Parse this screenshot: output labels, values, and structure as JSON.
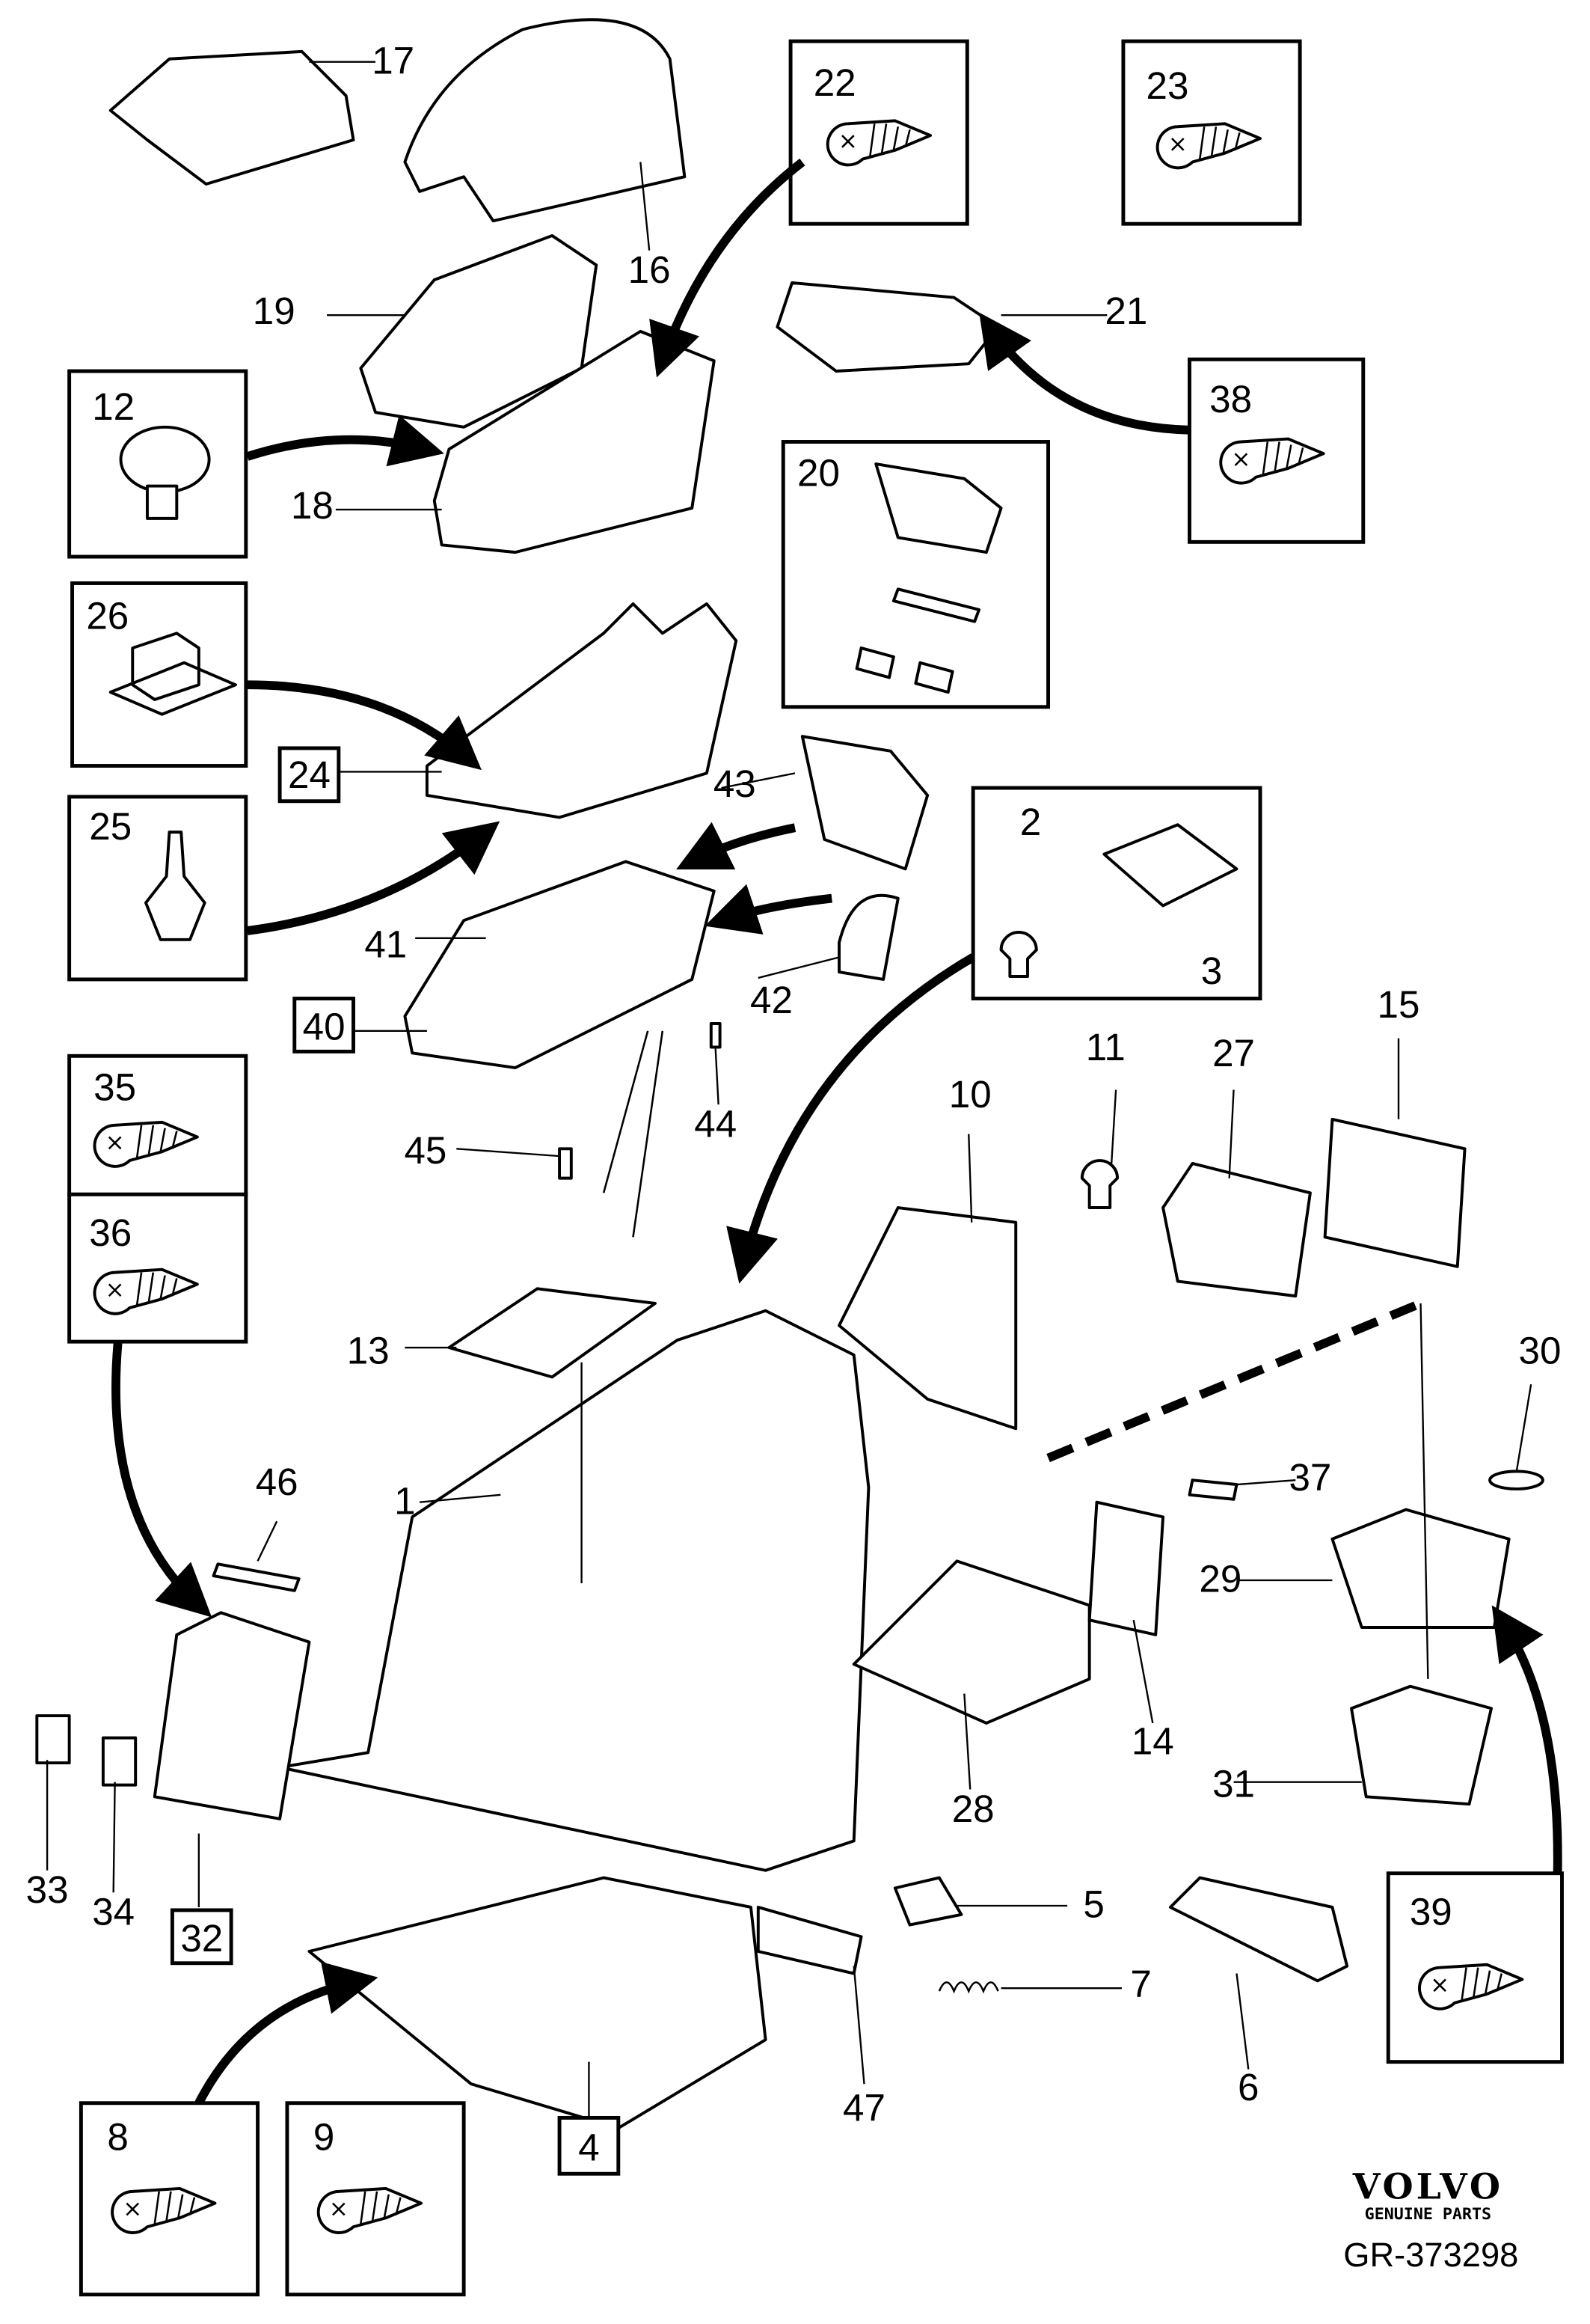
{
  "diagram": {
    "callouts": {
      "p1": "1",
      "p2": "2",
      "p3": "3",
      "p4": "4",
      "p5": "5",
      "p6": "6",
      "p7": "7",
      "p8": "8",
      "p9": "9",
      "p10": "10",
      "p11": "11",
      "p12": "12",
      "p13": "13",
      "p14": "14",
      "p15": "15",
      "p16": "16",
      "p17": "17",
      "p18": "18",
      "p19": "19",
      "p20": "20",
      "p21": "21",
      "p22": "22",
      "p23": "23",
      "p24": "24",
      "p25": "25",
      "p26": "26",
      "p27": "27",
      "p28": "28",
      "p29": "29",
      "p30": "30",
      "p31": "31",
      "p32": "32",
      "p33": "33",
      "p34": "34",
      "p35": "35",
      "p36": "36",
      "p37": "37",
      "p38": "38",
      "p39": "39",
      "p40": "40",
      "p41": "41",
      "p42": "42",
      "p43": "43",
      "p44": "44",
      "p45": "45",
      "p46": "46",
      "p47": "47"
    },
    "brand": {
      "logo": "VOLVO",
      "tagline": "GENUINE PARTS"
    },
    "reference": "GR-373298"
  }
}
